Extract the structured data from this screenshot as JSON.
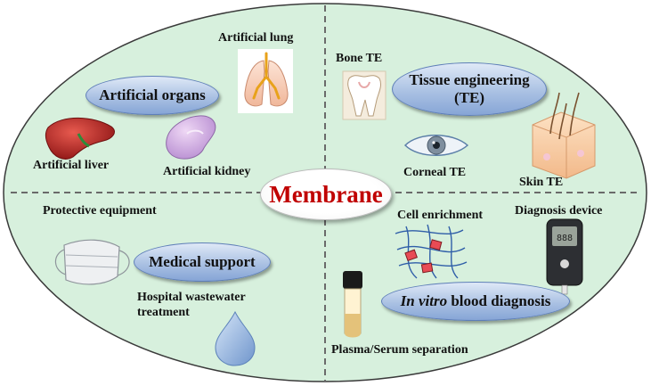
{
  "center": {
    "label": "Membrane"
  },
  "sections": {
    "artificial_organs": {
      "pill": "Artificial organs",
      "items": [
        "Artificial lung",
        "Artificial liver",
        "Artificial kidney"
      ]
    },
    "tissue_engineering": {
      "pill_line1": "Tissue engineering",
      "pill_line2": "(TE)",
      "items": [
        "Bone TE",
        "Corneal TE",
        "Skin TE"
      ]
    },
    "medical_support": {
      "pill": "Medical support",
      "items": [
        "Protective equipment",
        "Hospital wastewater",
        "treatment"
      ]
    },
    "in_vitro": {
      "pill_italic": "In vitro",
      "pill_rest": " blood diagnosis",
      "items": [
        "Cell enrichment",
        "Diagnosis device",
        "Plasma/Serum separation"
      ]
    }
  },
  "icons": [
    "lung-icon",
    "liver-icon",
    "kidney-icon",
    "tooth-icon",
    "eye-icon",
    "skin-icon",
    "face-mask-icon",
    "water-drop-icon",
    "membrane-mesh-icon",
    "glucose-meter-icon",
    "blood-tube-icon"
  ],
  "colors": {
    "ellipse_fill": "#d7f0dd",
    "center_text": "#c00000",
    "pill_fill": "#aac1e3"
  }
}
